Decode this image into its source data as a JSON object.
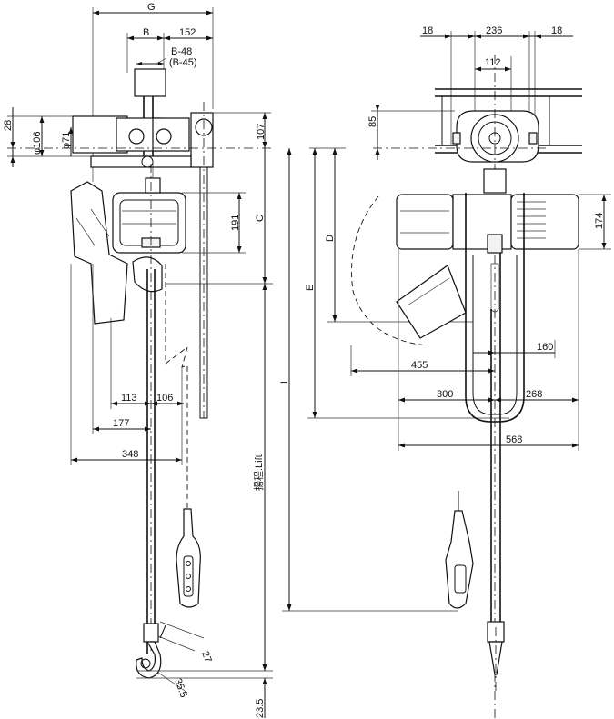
{
  "side_view": {
    "dims_top": {
      "G": "G",
      "B": "B",
      "d152": "152",
      "B48": "B-48",
      "B45": "(B-45)"
    },
    "dims_left": {
      "d28": "28",
      "phi106": "φ106",
      "phi71": "φ71"
    },
    "dims_right": {
      "d107": "107",
      "d191": "191",
      "C": "C",
      "lift": "揚程:Lift"
    },
    "dims_bottom": {
      "d113": "113",
      "d106": "106",
      "d177": "177",
      "d348": "348"
    },
    "dims_hook": {
      "d27": "27",
      "d35_5": "35.5",
      "d23_5": "23.5"
    }
  },
  "front_view": {
    "dims_top": {
      "d18a": "18",
      "d236": "236",
      "d18b": "18",
      "d112": "112"
    },
    "dims_left": {
      "d85": "85",
      "D": "D",
      "E": "E",
      "L": "L"
    },
    "dims_right": {
      "d174": "174"
    },
    "dims_bottom": {
      "d160": "160",
      "d455": "455",
      "d300": "300",
      "d268": "268",
      "d568": "568"
    }
  }
}
